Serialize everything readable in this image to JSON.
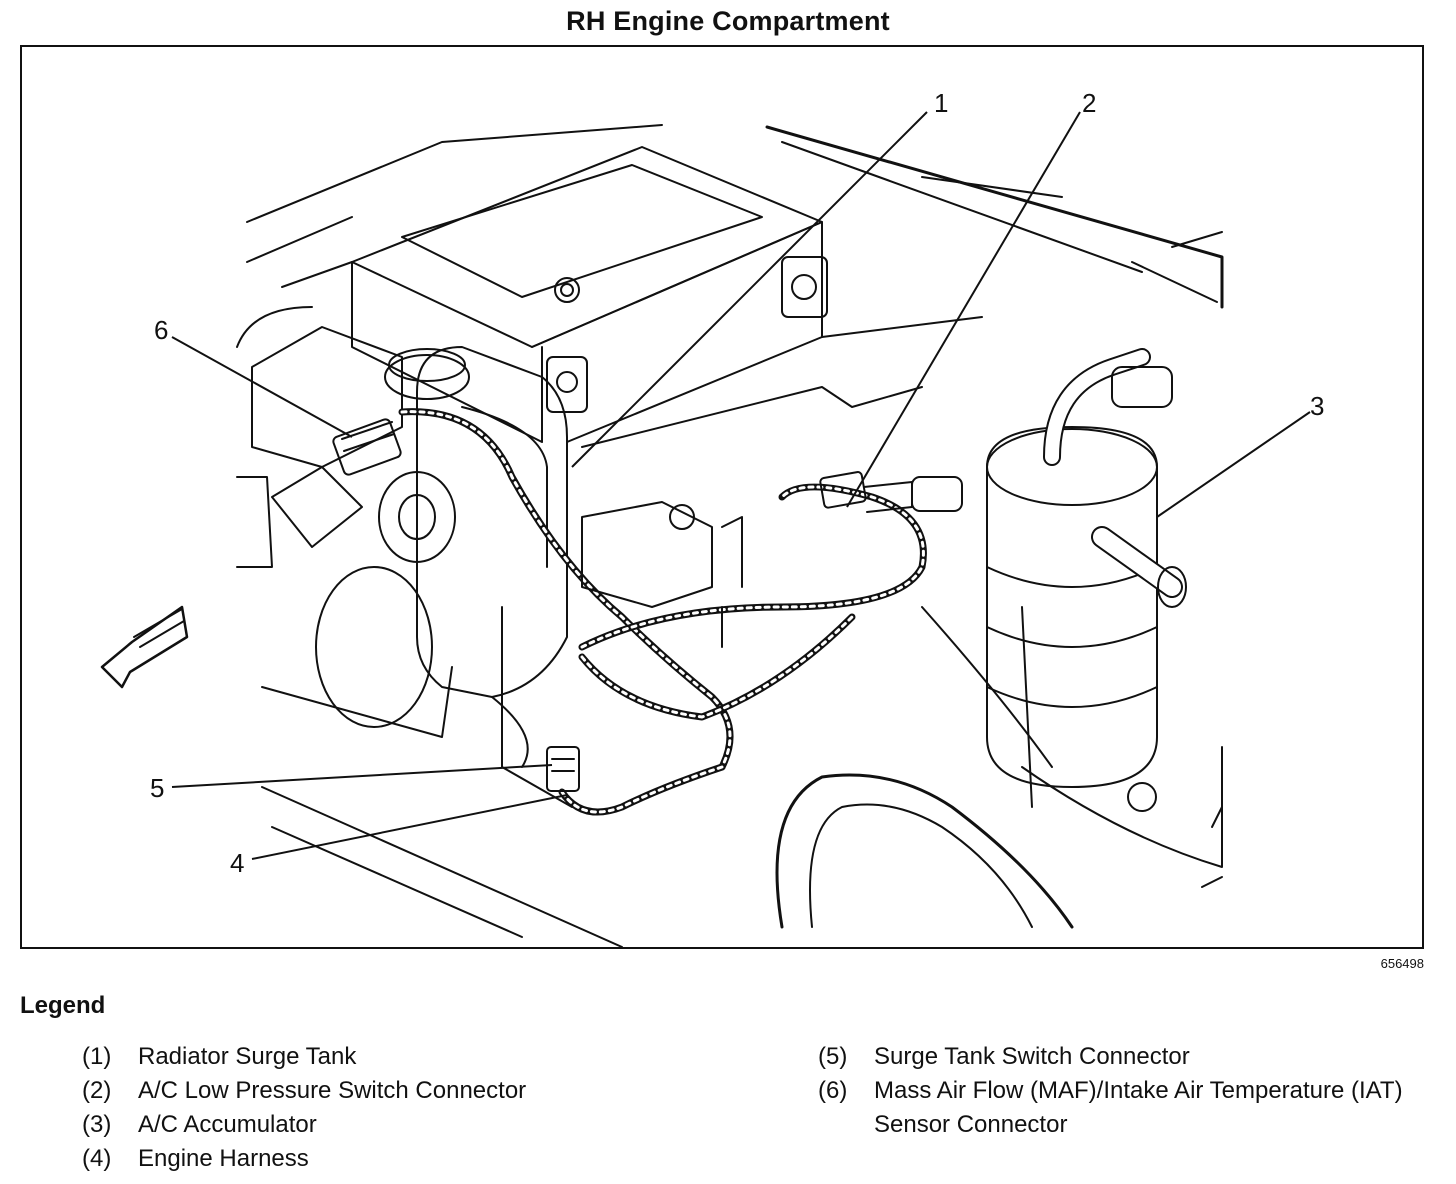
{
  "title": "RH Engine Compartment",
  "figure_id": "656498",
  "callouts": [
    "1",
    "2",
    "3",
    "4",
    "5",
    "6"
  ],
  "legend": {
    "heading": "Legend",
    "left": [
      {
        "num": "(1)",
        "text": "Radiator Surge Tank"
      },
      {
        "num": "(2)",
        "text": "A/C Low Pressure Switch Connector"
      },
      {
        "num": "(3)",
        "text": "A/C Accumulator"
      },
      {
        "num": "(4)",
        "text": "Engine Harness"
      }
    ],
    "right": [
      {
        "num": "(5)",
        "text": "Surge Tank Switch Connector"
      },
      {
        "num": "(6)",
        "text": "Mass Air Flow (MAF)/Intake Air Temperature (IAT) Sensor Connector"
      }
    ]
  }
}
